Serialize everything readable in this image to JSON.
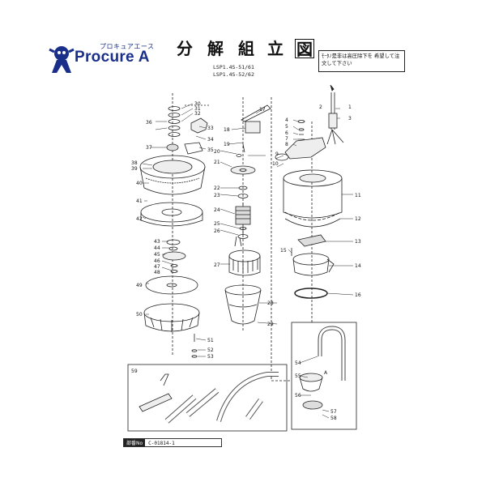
{
  "header": {
    "brand": "Procure A",
    "brand_kana": "プロキュアエース",
    "title_chars": [
      "分",
      "解",
      "組",
      "立",
      "図"
    ],
    "models": [
      "LSP1.4S-51/61",
      "LSP1.4S-52/62"
    ],
    "note": "ﾓｰﾀﾉ是非は高圧除下を 希望して注文して下さい"
  },
  "footer": {
    "part_label": "部番No",
    "part_value": "C-01814-1"
  },
  "callouts": [
    "1",
    "2",
    "3",
    "4",
    "5",
    "6",
    "7",
    "8",
    "9",
    "10",
    "11",
    "12",
    "13",
    "14",
    "15",
    "16",
    "17",
    "18",
    "19",
    "20",
    "21",
    "22",
    "23",
    "24",
    "25",
    "26",
    "27",
    "28",
    "29",
    "30",
    "31",
    "32",
    "33",
    "34",
    "35",
    "36",
    "37",
    "38",
    "39",
    "40",
    "41",
    "42",
    "43",
    "44",
    "45",
    "46",
    "47",
    "48",
    "49",
    "50",
    "51",
    "52",
    "53",
    "54",
    "55",
    "56",
    "57",
    "58",
    "59"
  ],
  "inset_label": "A",
  "colors": {
    "brand": "#1a2f8a",
    "ink": "#222222"
  }
}
